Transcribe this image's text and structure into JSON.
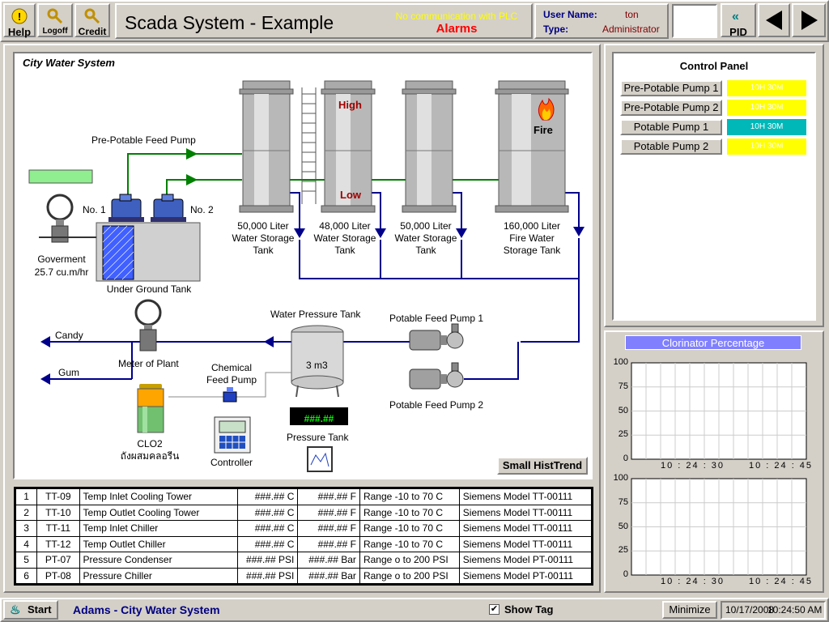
{
  "toolbar": {
    "help_label": "Help",
    "logoff_label": "Logoff",
    "credit_label": "Credit",
    "title": "Scada System - Example",
    "plc_status": "No communication with PLC",
    "alarms_label": "Alarms",
    "user_name_label": "User Name:",
    "user_name_value": "ton",
    "type_label": "Type:",
    "type_value": "Administrator",
    "pid_label": "PID",
    "pid_icon": "double-chevron-left-icon",
    "prev_icon": "triangle-left-icon",
    "next_icon": "triangle-right-icon"
  },
  "diagram": {
    "title": "City Water System",
    "pre_potable_feed_pump": "Pre-Potable Feed Pump",
    "pump_no1": "No. 1",
    "pump_no2": "No. 2",
    "goverment": "Goverment",
    "flow_rate": "25.7 cu.m/hr",
    "underground_tank": "Under Ground Tank",
    "tanks": [
      {
        "line1": "50,000 Liter",
        "line2": "Water Storage",
        "line3": "Tank"
      },
      {
        "line1": "48,000 Liter",
        "line2": "Water Storage",
        "line3": "Tank"
      },
      {
        "line1": "50,000 Liter",
        "line2": "Water Storage",
        "line3": "Tank"
      },
      {
        "line1": "160,000 Liter",
        "line2": "Fire Water",
        "line3": "Storage Tank"
      }
    ],
    "high_label": "High",
    "low_label": "Low",
    "fire_label": "Fire",
    "water_pressure_tank": "Water Pressure Tank",
    "pressure_volume": "3 m3",
    "pressure_display": "###.##",
    "pressure_tank": "Pressure Tank",
    "potable_feed_pump_1": "Potable Feed Pump 1",
    "potable_feed_pump_2": "Potable Feed Pump 2",
    "candy": "Candy",
    "gum": "Gum",
    "meter_of_plant": "Meter of Plant",
    "chemical_feed_pump_1": "Chemical",
    "chemical_feed_pump_2": "Feed Pump",
    "clo2": "CLO2",
    "clo2_thai": "ถังผสมคลอรีน",
    "controller": "Controller",
    "small_histtrend": "Small HistTrend"
  },
  "control_panel": {
    "title": "Control Panel",
    "rows": [
      {
        "label": "Pre-Potable Pump 1",
        "timer": "10H 30M",
        "color": "#ffff00"
      },
      {
        "label": "Pre-Potable Pump 2",
        "timer": "10H 30M",
        "color": "#ffff00"
      },
      {
        "label": "Potable Pump 1",
        "timer": "10H 30M",
        "color": "#00b8b8"
      },
      {
        "label": "Potable Pump 2",
        "timer": "10H 30M",
        "color": "#ffff00"
      }
    ]
  },
  "trend": {
    "title": "Clorinator Percentage",
    "y_ticks": [
      "100",
      "75",
      "50",
      "25",
      "0"
    ],
    "x_ticks": [
      "10 : 24 : 30",
      "10 : 24 : 45"
    ]
  },
  "tags_table": {
    "rows": [
      [
        "1",
        "TT-09",
        "Temp Inlet Cooling Tower",
        "###.## C",
        "###.## F",
        "Range -10 to 70 C",
        "Siemens Model TT-00111"
      ],
      [
        "2",
        "TT-10",
        "Temp Outlet Cooling Tower",
        "###.## C",
        "###.## F",
        "Range -10 to 70 C",
        "Siemens Model TT-00111"
      ],
      [
        "3",
        "TT-11",
        "Temp Inlet Chiller",
        "###.## C",
        "###.## F",
        "Range -10 to 70 C",
        "Siemens Model TT-00111"
      ],
      [
        "4",
        "TT-12",
        "Temp Outlet Chiller",
        "###.## C",
        "###.## F",
        "Range -10 to 70 C",
        "Siemens Model TT-00111"
      ],
      [
        "5",
        "PT-07",
        "Pressure Condenser",
        "###.## PSI",
        "###.## Bar",
        "Range o to 200 PSI",
        "Siemens Model PT-00111"
      ],
      [
        "6",
        "PT-08",
        "Pressure Chiller",
        "###.## PSI",
        "###.## Bar",
        "Range o to 200 PSI",
        "Siemens Model PT-00111"
      ]
    ]
  },
  "statusbar": {
    "start_label": "Start",
    "app_title": "Adams - City Water System",
    "show_tag_label": "Show Tag",
    "minimize_label": "Minimize",
    "date": "10/17/2008",
    "time": "10:24:50 AM"
  },
  "colors": {
    "green_pipe": "#008000",
    "blue_pipe": "#00008b",
    "alarm_red": "#ff0000",
    "plc_yellow": "#ffff00",
    "trend_title_bg": "#8080ff"
  }
}
